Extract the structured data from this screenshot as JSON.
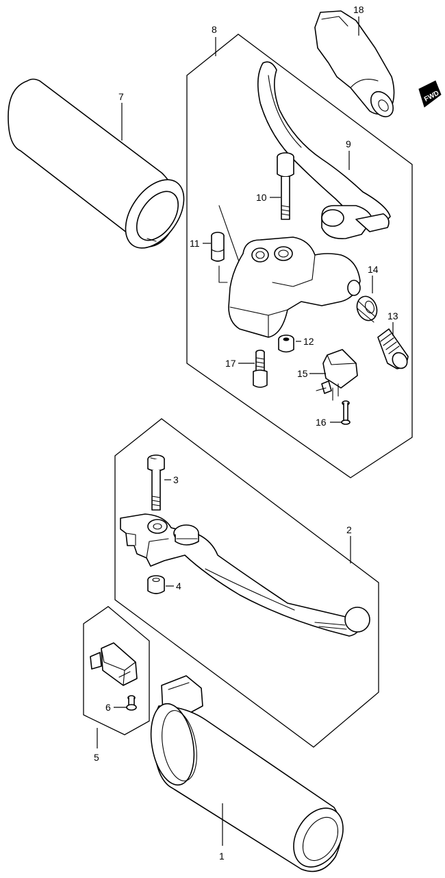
{
  "diagram": {
    "callouts": [
      "1",
      "2",
      "3",
      "4",
      "5",
      "6",
      "7",
      "8",
      "9",
      "10",
      "11",
      "12",
      "13",
      "14",
      "15",
      "16",
      "17",
      "18"
    ],
    "direction_badge": "FWD"
  }
}
